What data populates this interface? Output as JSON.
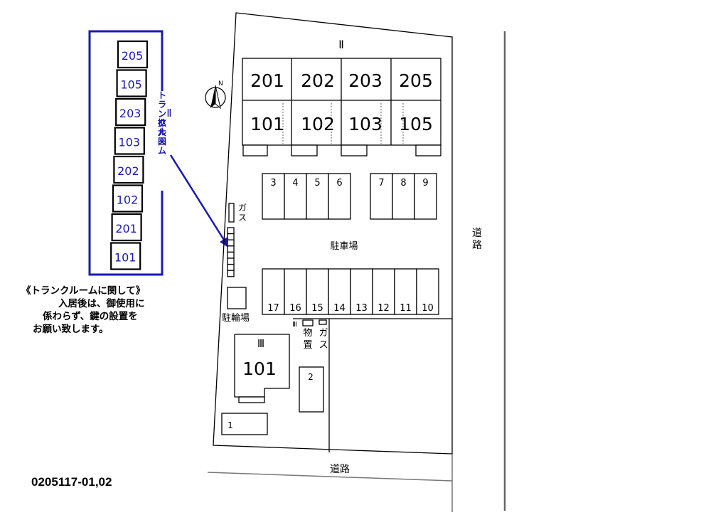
{
  "trunk_room_enlarged": {
    "title": "トランクルームⅡ拡大図",
    "units": [
      "205",
      "105",
      "203",
      "103",
      "202",
      "102",
      "201",
      "101"
    ],
    "color": "#1a1ab0"
  },
  "note": {
    "heading": "《トランクルームに関して》",
    "lines": [
      "入居後は、御使用に",
      "係わらず、鍵の設置を",
      "お願い致します。"
    ]
  },
  "property_code": "0205117-01,02",
  "north_label": "N",
  "building_2": {
    "label": "Ⅱ",
    "upper_units": [
      "201",
      "202",
      "203",
      "205"
    ],
    "lower_units": [
      "101",
      "102",
      "103",
      "105"
    ]
  },
  "building_3": {
    "label": "Ⅲ",
    "unit": "101"
  },
  "parking": {
    "label": "駐車場",
    "top_row_left": [
      "3",
      "4",
      "5",
      "6"
    ],
    "top_row_right": [
      "7",
      "8",
      "9"
    ],
    "bottom_row": [
      "17",
      "16",
      "15",
      "14",
      "13",
      "12",
      "11",
      "10"
    ],
    "extra_spaces": [
      "2",
      "1"
    ]
  },
  "facilities": {
    "gas_1": "ガス",
    "gas_2": "ガス",
    "bicycle_parking": "駐輪場",
    "storage": "物置",
    "storage_marker": "Ⅲ"
  },
  "roads": {
    "right": "道路",
    "bottom": "道路"
  }
}
